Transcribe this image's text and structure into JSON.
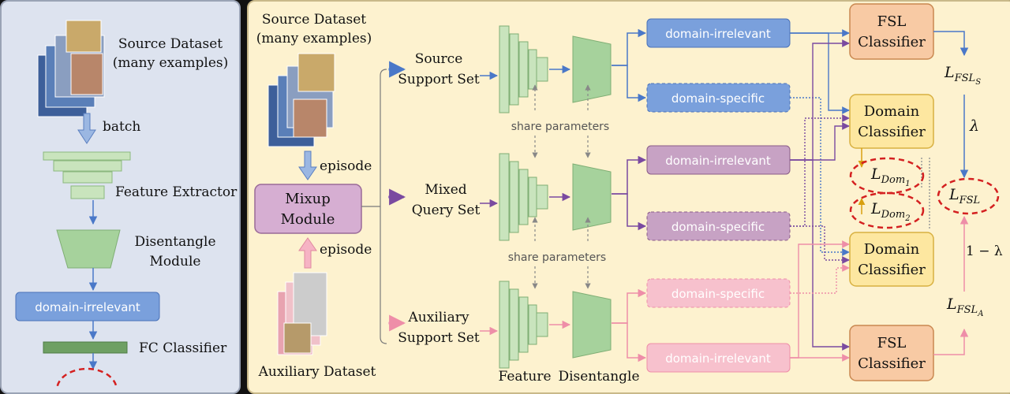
{
  "left": {
    "source_dataset": [
      "Source Dataset",
      "(many examples)"
    ],
    "batch": "batch",
    "feature_extractor": "Feature Extractor",
    "disentangle_module": [
      "Disentangle",
      "Module"
    ],
    "domain_irrelevant": "domain-irrelevant",
    "fc_classifier": "FC Classifier"
  },
  "right": {
    "source_dataset": [
      "Source Dataset",
      "(many examples)"
    ],
    "episode_top": "episode",
    "episode_bottom": "episode",
    "mixup_module": [
      "Mixup",
      "Module"
    ],
    "auxiliary_dataset": "Auxiliary Dataset",
    "source_support_set": [
      "Source",
      "Support Set"
    ],
    "mixed_query_set": [
      "Mixed",
      "Query Set"
    ],
    "auxiliary_support_set": [
      "Auxiliary",
      "Support Set"
    ],
    "share_parameters": "share parameters",
    "feature_caption": "Feature",
    "disentangle_caption": "Disentangle",
    "feat_boxes": [
      "domain-irrelevant",
      "domain-specific",
      "domain-irrelevant",
      "domain-specific",
      "domain-specific",
      "domain-irrelevant"
    ],
    "fsl_classifier": [
      "FSL",
      "Classifier"
    ],
    "domain_classifier": [
      "Domain",
      "Classifier"
    ],
    "losses": {
      "fsl_s": "FSL",
      "fsl_s_sub": "S",
      "fsl_a": "FSL",
      "fsl_a_sub": "A",
      "fsl": "FSL",
      "dom1": "Dom",
      "dom1_sub": "1",
      "dom2": "Dom",
      "dom2_sub": "2",
      "L": "L"
    },
    "lambda": "λ",
    "one_minus_lambda": "1 − λ"
  },
  "colors": {
    "blue": "#4a78c8",
    "purple": "#7a4aa0",
    "pink": "#ee8ea8",
    "box_blue": "#7aa0dc",
    "box_purple": "#c7a2c4",
    "box_pink": "#f7c1cd",
    "fsl_fill": "#f8caa4",
    "dom_fill": "#fde7a0",
    "green": "#a6d29c"
  }
}
